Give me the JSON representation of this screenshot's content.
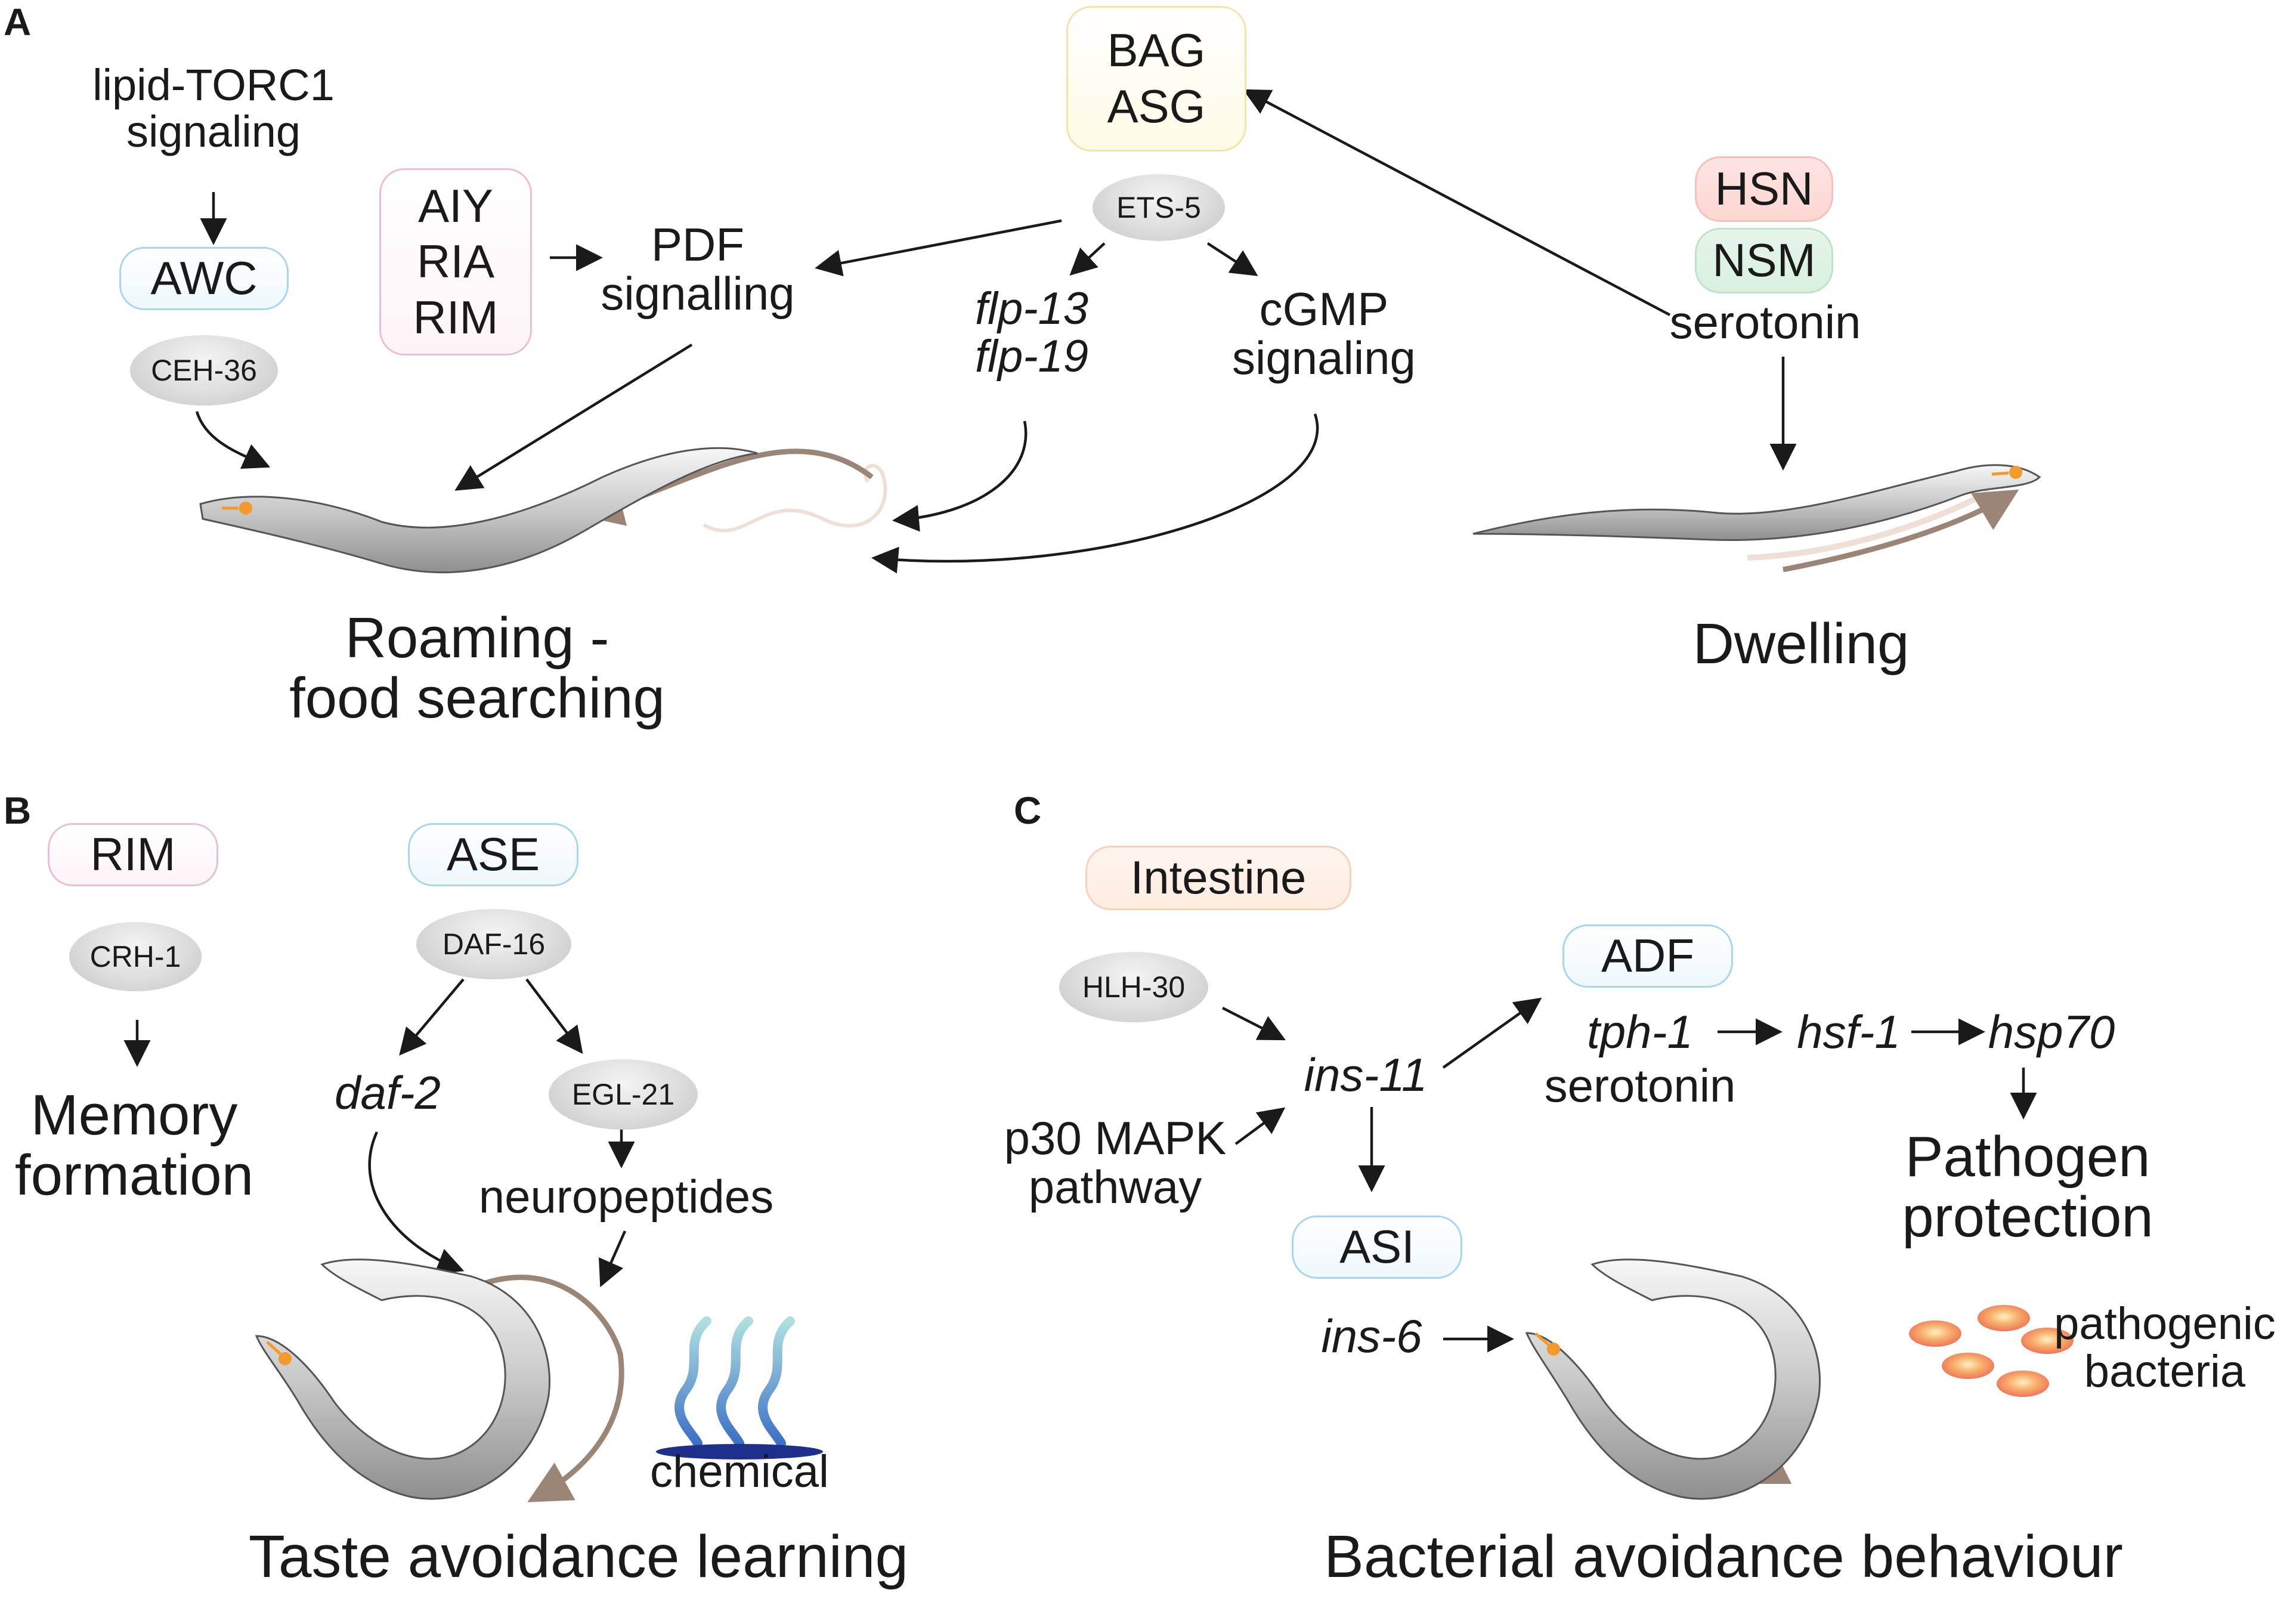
{
  "panels": {
    "a": "A",
    "b": "B",
    "c": "C"
  },
  "panel_a": {
    "lipid_torc1": "lipid-TORC1",
    "signaling_1": "signaling",
    "awc": "AWC",
    "ceh36": "CEH-36",
    "aiy": "AIY",
    "ria": "RIA",
    "rim": "RIM",
    "pdf": "PDF",
    "signalling": "signalling",
    "bag": "BAG",
    "asg": "ASG",
    "ets5": "ETS-5",
    "flp13": "flp-13",
    "flp19": "flp-19",
    "cgmp": "cGMP",
    "signaling_2": "signaling",
    "hsn": "HSN",
    "nsm": "NSM",
    "serotonin": "serotonin",
    "roaming_1": "Roaming -",
    "roaming_2": "food searching",
    "dwelling": "Dwelling"
  },
  "panel_b": {
    "rim": "RIM",
    "crh1": "CRH-1",
    "memory_1": "Memory",
    "memory_2": "formation",
    "ase": "ASE",
    "daf16": "DAF-16",
    "daf2": "daf-2",
    "egl21": "EGL-21",
    "neuropeptides": "neuropeptides",
    "chemical": "chemical",
    "caption": "Taste avoidance learning"
  },
  "panel_c": {
    "intestine": "Intestine",
    "hlh30": "HLH-30",
    "ins11": "ins-11",
    "p30_1": "p30 MAPK",
    "p30_2": "pathway",
    "adf": "ADF",
    "tph1": "tph-1",
    "serotonin": "serotonin",
    "hsf1": "hsf-1",
    "hsp70": "hsp70",
    "asi": "ASI",
    "ins6": "ins-6",
    "pathogen_1": "Pathogen",
    "pathogen_2": "protection",
    "bacteria_1": "pathogenic",
    "bacteria_2": "bacteria",
    "caption": "Bacterial avoidance behaviour"
  }
}
